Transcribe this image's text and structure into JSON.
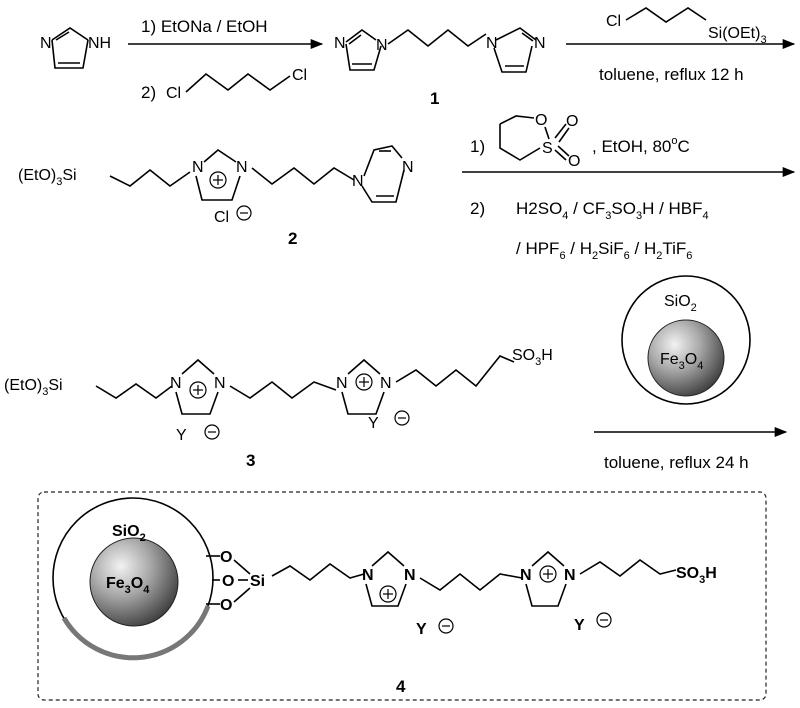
{
  "compound_labels": {
    "c1": "1",
    "c2": "2",
    "c3": "3",
    "c4": "4"
  },
  "atoms": {
    "N": "N",
    "NH": "NH",
    "Cl": "Cl",
    "Si": "Si",
    "O": "O",
    "S": "S",
    "Y": "Y"
  },
  "groups": {
    "si_oet3_label": "Si(OEt)",
    "si_oet3_sub": "3",
    "eto3si_label": "(EtO)",
    "eto3si_sub": "3",
    "eto3si_si": "Si",
    "so3h_a": "SO",
    "so3h_sub": "3",
    "so3h_b": "H",
    "sio2_a": "SiO",
    "sio2_sub": "2",
    "fe3o4_a": "Fe",
    "fe3o4_sub1": "3",
    "fe3o4_b": "O",
    "fe3o4_sub2": "4"
  },
  "step1": {
    "line1": "1) EtONa / EtOH",
    "line2_prefix": "2)"
  },
  "step2": {
    "below": "toluene, reflux 12 h"
  },
  "step3": {
    "line1_prefix": "1)",
    "line1_suffix": ", EtOH, 80",
    "deg_sup": "o",
    "deg_c": "C",
    "line2_prefix": "2)",
    "line2_h2so": "H2SO",
    "line2_sub4": "4",
    "line2_cf": " / CF",
    "line2_sub3": "3",
    "line2_so3h": "SO",
    "line2_so3h_sub": "3",
    "line2_rest": "H / HBF",
    "line2_hbf_sub": "4",
    "line3_a": "/ HPF",
    "line3_a_sub": "6",
    "line3_b": " / H",
    "line3_b_sub": "2",
    "line3_c": "SiF",
    "line3_c_sub": "6",
    "line3_d": " / H",
    "line3_d_sub": "2",
    "line3_e": "TiF",
    "line3_e_sub": "6"
  },
  "step4": {
    "below": "toluene, reflux 24 h"
  }
}
